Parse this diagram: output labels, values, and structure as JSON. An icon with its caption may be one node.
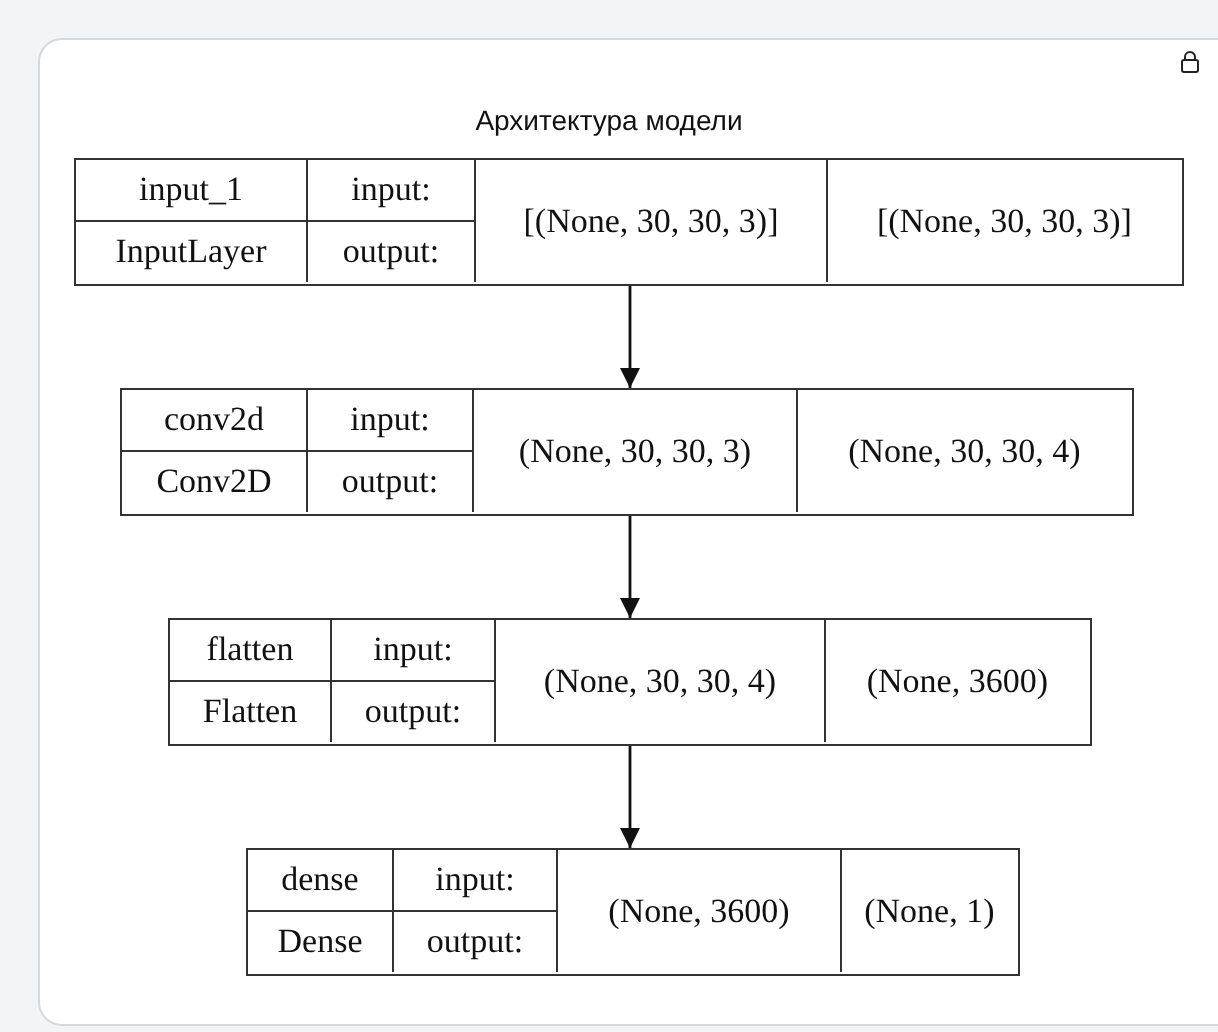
{
  "diagram": {
    "title": "Архитектура модели",
    "nodes": [
      {
        "text": [
          "input_1",
          "input:",
          "[(None, 30, 30, 3)]",
          "[(None, 30, 30, 3)]",
          "InputLayer",
          "output:"
        ]
      },
      {
        "text": [
          "conv2d",
          "input:",
          "(None, 30, 30, 3)",
          "(None, 30, 30, 4)",
          "Conv2D",
          "output:"
        ]
      },
      {
        "text": [
          "flatten",
          "input:",
          "(None, 30, 30, 4)",
          "(None, 3600)",
          "Flatten",
          "output:"
        ]
      },
      {
        "text": [
          "dense",
          "input:",
          "(None, 3600)",
          "(None, 1)",
          "Dense",
          "output:"
        ]
      }
    ],
    "edges": [
      {
        "from": 0,
        "to": 1,
        "arrow": "to"
      },
      {
        "from": 1,
        "to": 2,
        "arrow": "to"
      },
      {
        "from": 2,
        "to": 3,
        "arrow": "to"
      }
    ]
  }
}
